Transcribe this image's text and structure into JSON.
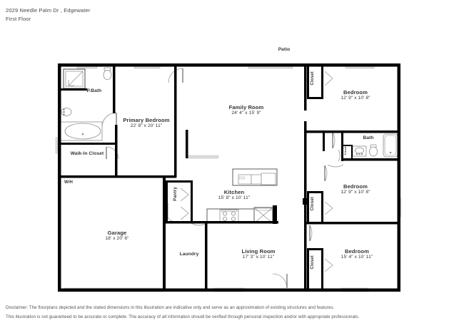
{
  "header": {
    "address": "2029 Needle Palm Dr , Edgewater",
    "floor": "First Floor"
  },
  "disclaimer": {
    "line1": "Disclaimer: The floorplans depicted and the stated dimensions in this illustration are indicative only and serve as an approximation of existing structures and features.",
    "line2": "This illustration is not guaranteed to be accurate or complete. The accuracy of all information should be verified through personal inspection and/or with appropriate professionals."
  },
  "colors": {
    "wall": "#000000",
    "fixture": "#808080",
    "opening": "#d9d9d9",
    "text": "#343434",
    "background": "#ffffff"
  },
  "rooms": [
    {
      "id": "patio",
      "name": "Patio",
      "dim": ""
    },
    {
      "id": "p-bath",
      "name": "P.Bath",
      "dim": ""
    },
    {
      "id": "primary-bedroom",
      "name": "Primary Bedroom",
      "dim": "22' 8\" x 20' 11\""
    },
    {
      "id": "walk-in-closet",
      "name": "Walk-In Closet",
      "dim": ""
    },
    {
      "id": "family-room",
      "name": "Family Room",
      "dim": "24' 4\" x 15' 9\""
    },
    {
      "id": "water-heater",
      "name": "W/H",
      "dim": ""
    },
    {
      "id": "garage",
      "name": "Garage",
      "dim": "18' x 20' 6\""
    },
    {
      "id": "pantry",
      "name": "Pantry",
      "dim": ""
    },
    {
      "id": "kitchen",
      "name": "Kitchen",
      "dim": "15' 8\" x 10' 11\""
    },
    {
      "id": "laundry",
      "name": "Laundry",
      "dim": ""
    },
    {
      "id": "living-room",
      "name": "Living Room",
      "dim": "17' 3\" x 10' 11\""
    },
    {
      "id": "bedroom-2",
      "name": "Bedroom",
      "dim": "12' 9\" x 10' 8\""
    },
    {
      "id": "bath",
      "name": "Bath",
      "dim": ""
    },
    {
      "id": "bedroom-3",
      "name": "Bedroom",
      "dim": "12' 9\" x 10' 8\""
    },
    {
      "id": "bedroom-4",
      "name": "Bedroom",
      "dim": "15' 4\" x 10' 11\""
    },
    {
      "id": "closet-1",
      "name": "Closet",
      "dim": ""
    },
    {
      "id": "closet-2",
      "name": "Closet",
      "dim": ""
    },
    {
      "id": "closet-3",
      "name": "Closet",
      "dim": ""
    },
    {
      "id": "closet-4",
      "name": "Closet",
      "dim": ""
    }
  ],
  "fixtures": [
    {
      "id": "shower-primary",
      "type": "shower"
    },
    {
      "id": "sink-primary-bath",
      "type": "sink"
    },
    {
      "id": "toilet-primary",
      "type": "toilet"
    },
    {
      "id": "tub-primary",
      "type": "tub"
    },
    {
      "id": "sink-hall-bath",
      "type": "sink"
    },
    {
      "id": "toilet-hall-bath",
      "type": "toilet"
    },
    {
      "id": "tub-hall-bath",
      "type": "tub"
    },
    {
      "id": "range-kitchen",
      "type": "range"
    },
    {
      "id": "sink-kitchen",
      "type": "kitchen-sink"
    },
    {
      "id": "island-kitchen",
      "type": "island"
    },
    {
      "id": "fridge-kitchen",
      "type": "refrigerator"
    }
  ]
}
